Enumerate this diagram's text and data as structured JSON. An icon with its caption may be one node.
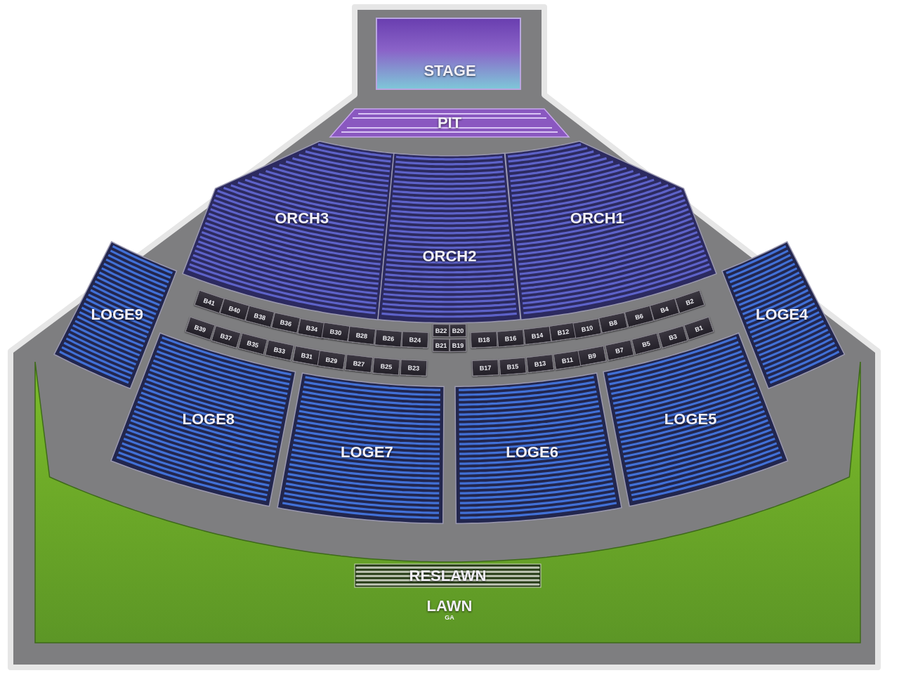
{
  "diagram": {
    "nodes": [
      {
        "text": [
          "STAGE"
        ]
      },
      {
        "text": [
          "PIT"
        ]
      },
      {
        "text": [
          "ORCH3"
        ]
      },
      {
        "text": [
          "ORCH2"
        ]
      },
      {
        "text": [
          "ORCH1"
        ]
      },
      {
        "text": [
          "LOGE9"
        ]
      },
      {
        "text": [
          "LOGE4"
        ]
      },
      {
        "text": [
          "LOGE8"
        ]
      },
      {
        "text": [
          "LOGE5"
        ]
      },
      {
        "text": [
          "LOGE7"
        ]
      },
      {
        "text": [
          "LOGE6"
        ]
      },
      {
        "text": [
          "B41"
        ]
      },
      {
        "text": [
          "B40"
        ]
      },
      {
        "text": [
          "B38"
        ]
      },
      {
        "text": [
          "B36"
        ]
      },
      {
        "text": [
          "B34"
        ]
      },
      {
        "text": [
          "B30"
        ]
      },
      {
        "text": [
          "B28"
        ]
      },
      {
        "text": [
          "B26"
        ]
      },
      {
        "text": [
          "B24"
        ]
      },
      {
        "text": [
          "B22"
        ]
      },
      {
        "text": [
          "B20"
        ]
      },
      {
        "text": [
          "B18"
        ]
      },
      {
        "text": [
          "B16"
        ]
      },
      {
        "text": [
          "B14"
        ]
      },
      {
        "text": [
          "B12"
        ]
      },
      {
        "text": [
          "B10"
        ]
      },
      {
        "text": [
          "B8"
        ]
      },
      {
        "text": [
          "B6"
        ]
      },
      {
        "text": [
          "B4"
        ]
      },
      {
        "text": [
          "B2"
        ]
      },
      {
        "text": [
          "B39"
        ]
      },
      {
        "text": [
          "B37"
        ]
      },
      {
        "text": [
          "B35"
        ]
      },
      {
        "text": [
          "B33"
        ]
      },
      {
        "text": [
          "B31"
        ]
      },
      {
        "text": [
          "B29"
        ]
      },
      {
        "text": [
          "B27"
        ]
      },
      {
        "text": [
          "B25"
        ]
      },
      {
        "text": [
          "B23"
        ]
      },
      {
        "text": [
          "B21"
        ]
      },
      {
        "text": [
          "B19"
        ]
      },
      {
        "text": [
          "B17"
        ]
      },
      {
        "text": [
          "B15"
        ]
      },
      {
        "text": [
          "B13"
        ]
      },
      {
        "text": [
          "B11"
        ]
      },
      {
        "text": [
          "B9"
        ]
      },
      {
        "text": [
          "B7"
        ]
      },
      {
        "text": [
          "B5"
        ]
      },
      {
        "text": [
          "B3"
        ]
      },
      {
        "text": [
          "B1"
        ]
      },
      {
        "text": [
          "LAWN",
          "GA"
        ]
      },
      {
        "text": [
          "RESLAWN"
        ],
        "in": 51
      }
    ]
  }
}
